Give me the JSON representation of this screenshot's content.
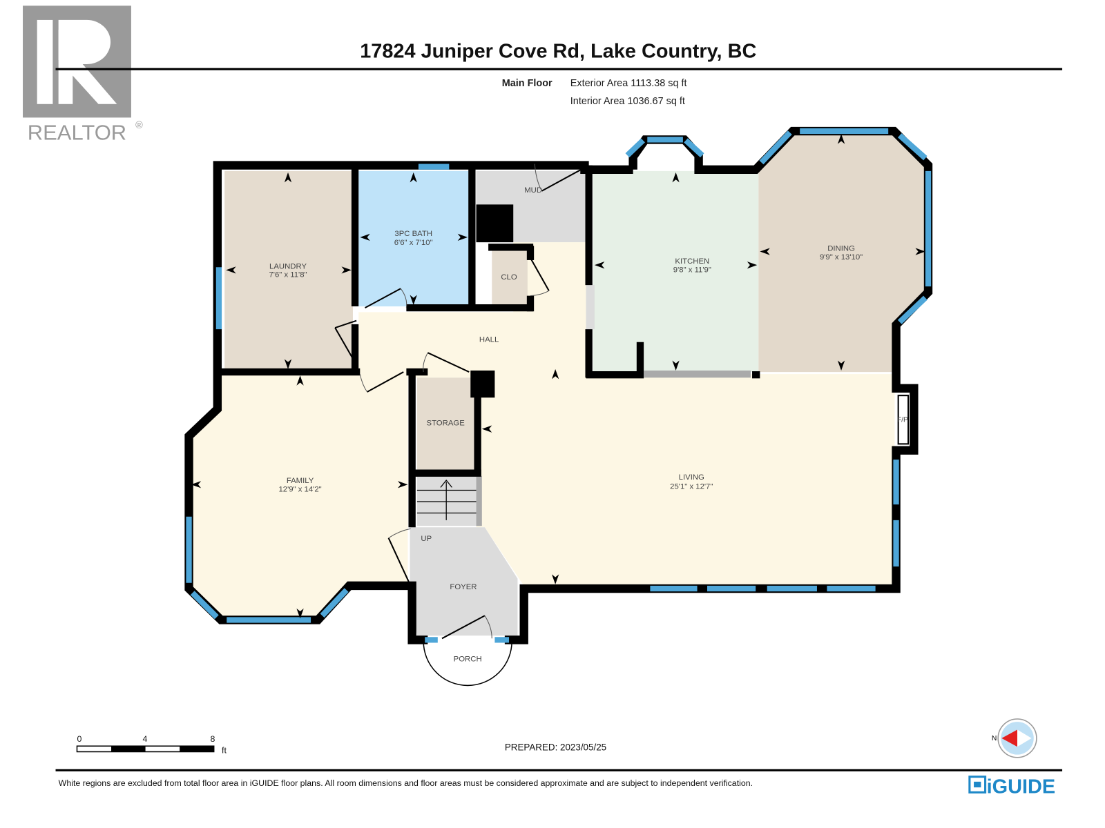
{
  "header": {
    "title": "17824 Juniper Cove Rd, Lake Country, BC",
    "floor_label": "Main Floor",
    "exterior_area": "Exterior Area 1113.38 sq ft",
    "interior_area": "Interior Area 1036.67 sq ft"
  },
  "logo": {
    "brand": "REALTOR",
    "registered": "®"
  },
  "rooms": {
    "laundry": {
      "name": "LAUNDRY",
      "dims": "7'6\" x 11'8\""
    },
    "bath": {
      "name": "3PC BATH",
      "dims": "6'6\" x 7'10\""
    },
    "mud": {
      "name": "MUD"
    },
    "clo": {
      "name": "CLO"
    },
    "kitchen": {
      "name": "KITCHEN",
      "dims": "9'8\" x 11'9\""
    },
    "dining": {
      "name": "DINING",
      "dims": "9'9\" x 13'10\""
    },
    "hall": {
      "name": "HALL"
    },
    "storage": {
      "name": "STORAGE"
    },
    "family": {
      "name": "FAMILY",
      "dims": "12'9\" x 14'2\""
    },
    "living": {
      "name": "LIVING",
      "dims": "25'1\" x 12'7\""
    },
    "fireplace": {
      "name": "F/P"
    },
    "stairs": {
      "name": "UP"
    },
    "foyer": {
      "name": "FOYER"
    },
    "porch": {
      "name": "PORCH"
    }
  },
  "scale": {
    "ticks": [
      "0",
      "4",
      "8"
    ],
    "unit": "ft"
  },
  "prepared": "PREPARED: 2023/05/25",
  "compass": {
    "label": "N"
  },
  "footer": {
    "disclaimer": "White regions are excluded from total floor area in iGUIDE floor plans. All room dimensions and floor areas must be considered approximate and are subject to independent verification.",
    "brand": "iGUIDE"
  },
  "colors": {
    "window": "#4ea6d8",
    "bath": "#bfe3f9",
    "kitchen": "#e6f0e6",
    "dining": "#e3d9cb",
    "utility": "#e5dccf",
    "living": "#fdf7e4",
    "gray": "#dcdcdc",
    "brand": "#1e88c8"
  }
}
